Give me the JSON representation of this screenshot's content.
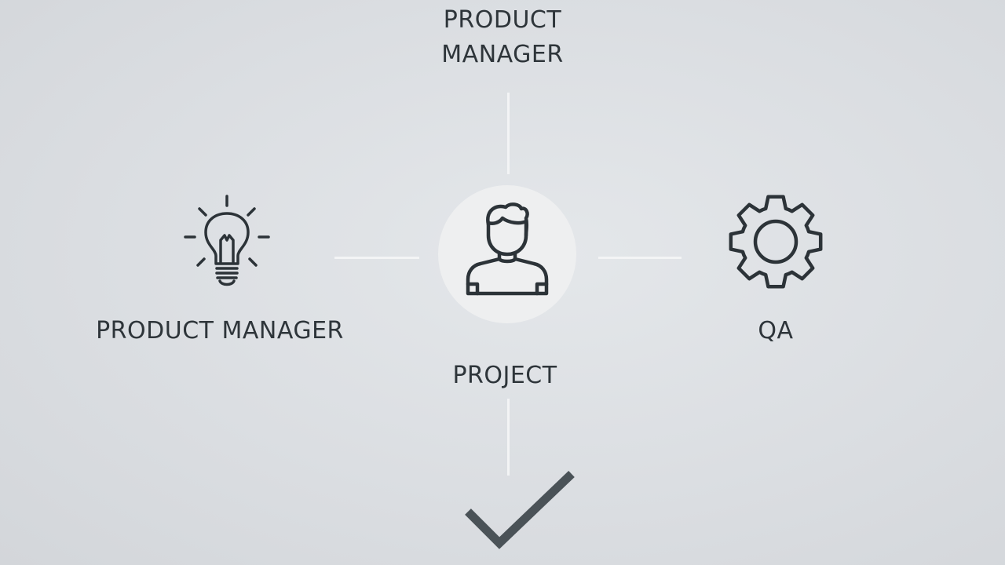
{
  "nodes": {
    "top": {
      "label": "PRODUCT MANAGER"
    },
    "left": {
      "label": "PRODUCT MANAGER",
      "icon": "lightbulb-icon"
    },
    "center": {
      "label": "PROJECT",
      "icon": "person-icon"
    },
    "right": {
      "label": "QA",
      "icon": "gear-icon"
    },
    "bottom": {
      "icon": "checkmark-icon"
    }
  },
  "colors": {
    "background": "#dcdfe2",
    "icon_stroke": "#2c3338",
    "connector": "#f3f4f5",
    "hub_fill": "#eeeff0",
    "check_stroke": "#4a5257"
  }
}
